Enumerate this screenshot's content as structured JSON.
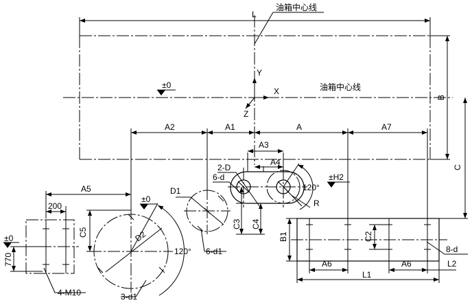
{
  "labels": {
    "L": "L",
    "tank_centerline_top": "油箱中心线",
    "tank_centerline_mid": "油箱中心线",
    "B": "B",
    "C": "C",
    "zero_left": "±0",
    "zero_mid": "±0",
    "zero_far": "±0",
    "Y": "Y",
    "X": "X",
    "Z": "Z",
    "A2": "A2",
    "A1": "A1",
    "A": "A",
    "A7": "A7",
    "A3": "A3",
    "A4": "A4",
    "two_D": "2-D",
    "six_d": "6-d",
    "angle_top": "120°",
    "R": "R",
    "H2": "±H2",
    "C3": "C3",
    "C4": "C4",
    "A5": "A5",
    "D1": "D1",
    "six_d1": "6-d1",
    "two_hundred": "200",
    "C5": "C5",
    "D2": "D2",
    "angle_bottom": "120°",
    "three_d1": "3-d1",
    "seven_seventy": "770",
    "four_M10": "4-M10",
    "B1": "B1",
    "C2": "C2",
    "eight_d": "8-d",
    "A6_left": "A6",
    "A6_right": "A6",
    "L2": "L2",
    "L1": "L1"
  }
}
